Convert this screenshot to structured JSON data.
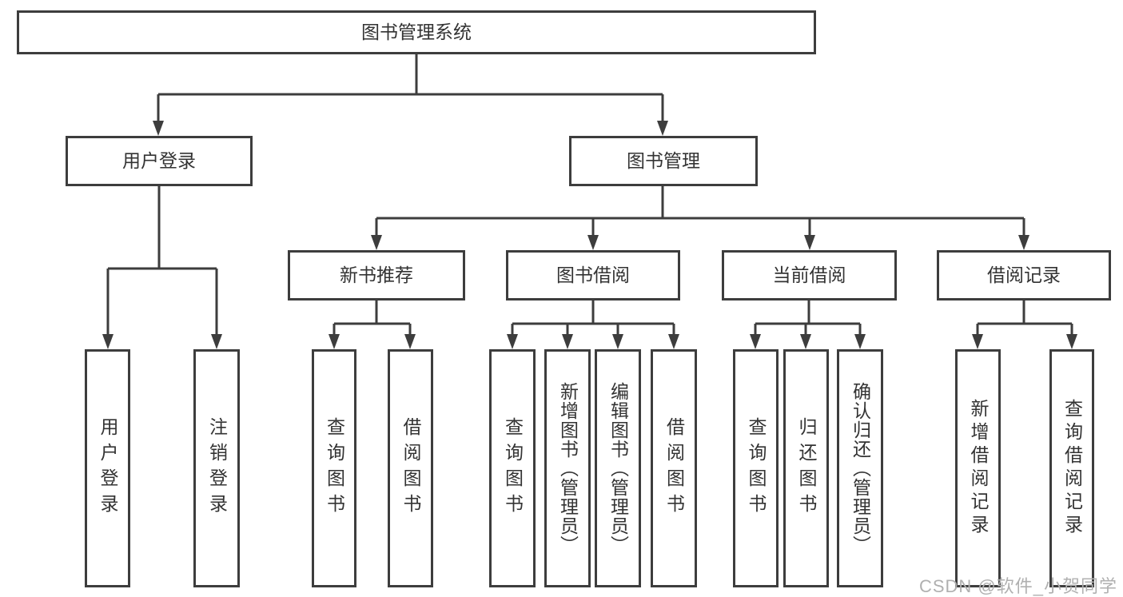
{
  "diagram": {
    "type": "hierarchy-tree",
    "colors": {
      "line": "#3d3d3d",
      "box_border": "#3d3d3d",
      "box_fill": "#ffffff",
      "text": "#333333",
      "background": "#ffffff",
      "watermark_text": "#b0b0b0"
    },
    "watermark": "CSDN @软件_小贺同学",
    "tree": {
      "label": "图书管理系统",
      "children": [
        {
          "label": "用户登录",
          "children": [
            {
              "label": "用户登录"
            },
            {
              "label": "注销登录"
            }
          ]
        },
        {
          "label": "图书管理",
          "children": [
            {
              "label": "新书推荐",
              "children": [
                {
                  "label": "查询图书"
                },
                {
                  "label": "借阅图书"
                }
              ]
            },
            {
              "label": "图书借阅",
              "children": [
                {
                  "label": "查询图书"
                },
                {
                  "label": "新增图书（管理员）"
                },
                {
                  "label": "编辑图书（管理员）"
                },
                {
                  "label": "借阅图书"
                }
              ]
            },
            {
              "label": "当前借阅",
              "children": [
                {
                  "label": "查询图书"
                },
                {
                  "label": "归还图书"
                },
                {
                  "label": "确认归还（管理员）"
                }
              ]
            },
            {
              "label": "借阅记录",
              "children": [
                {
                  "label": "新增借阅记录"
                },
                {
                  "label": "查询借阅记录"
                }
              ]
            }
          ]
        }
      ]
    }
  }
}
